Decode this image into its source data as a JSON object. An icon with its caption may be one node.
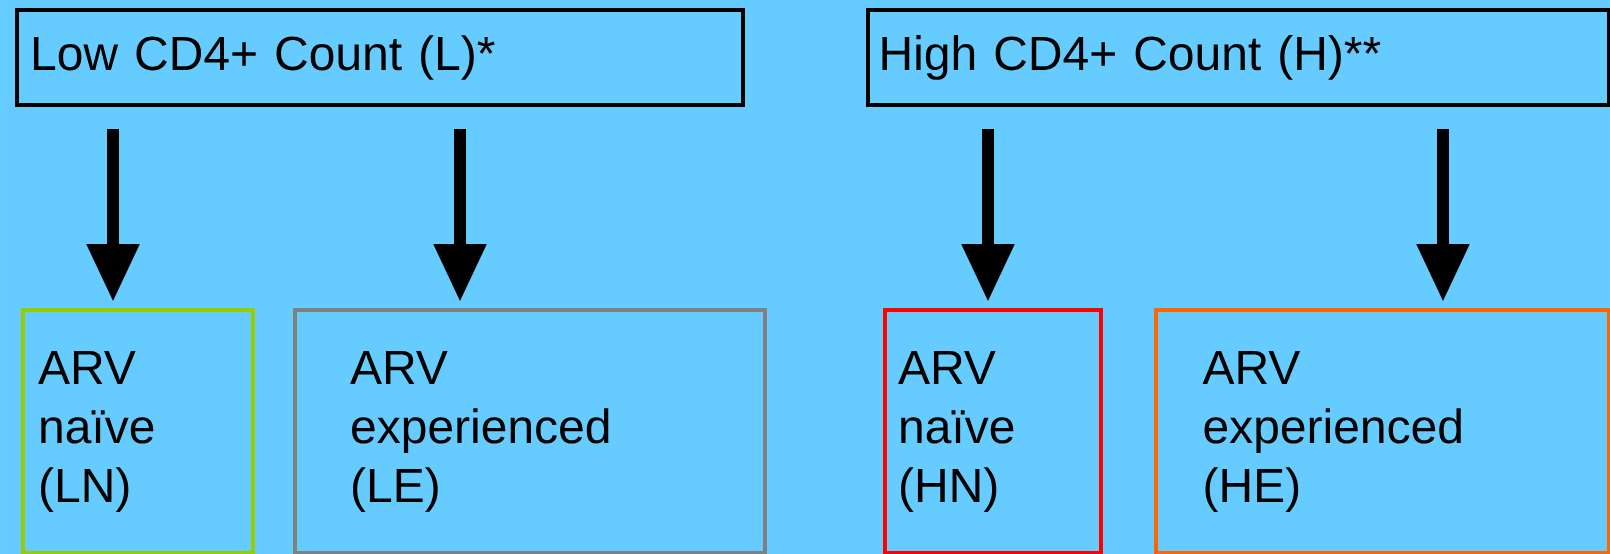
{
  "diagram": {
    "nodes": [
      {
        "text": [
          "Low CD4+ Count (L)*"
        ]
      },
      {
        "text": [
          "High CD4+ Count (H)**"
        ]
      },
      {
        "text": [
          "ARV naïve (LN)"
        ]
      },
      {
        "text": [
          "ARV experienced (LE)"
        ]
      },
      {
        "text": [
          "ARV naïve (HN)"
        ]
      },
      {
        "text": [
          "ARV experienced (HE)"
        ]
      }
    ],
    "edges": [
      {
        "from": 0,
        "to": 2,
        "arrow": "to"
      },
      {
        "from": 0,
        "to": 3,
        "arrow": "to"
      },
      {
        "from": 1,
        "to": 4,
        "arrow": "to"
      },
      {
        "from": 1,
        "to": 5,
        "arrow": "to"
      }
    ]
  }
}
